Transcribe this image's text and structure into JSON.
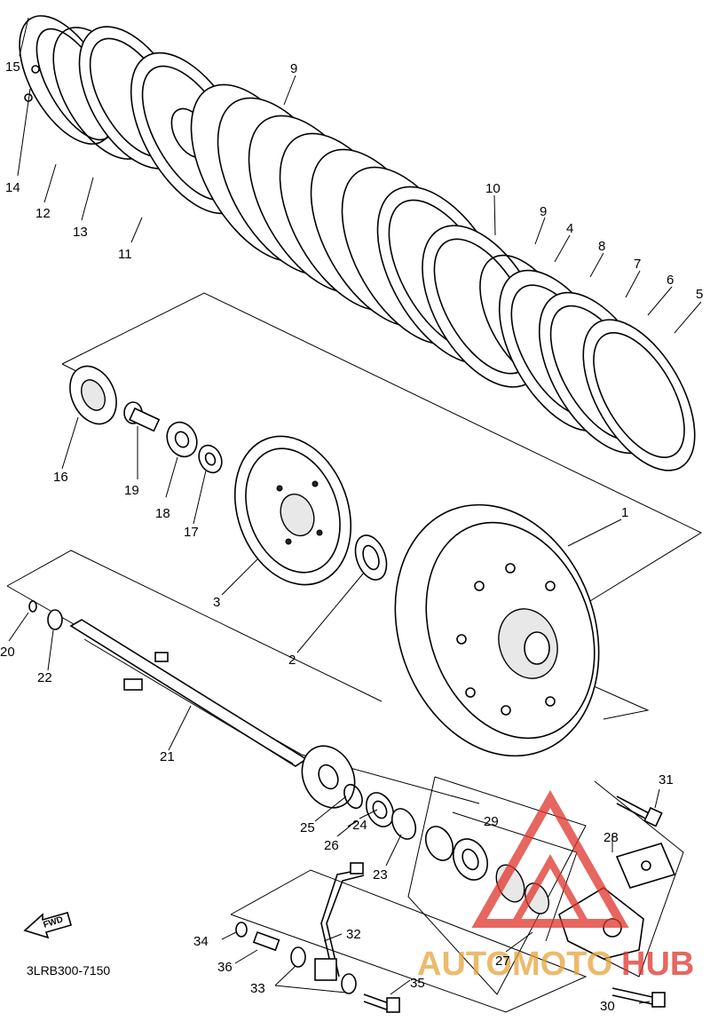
{
  "diagram": {
    "code": "3LRB300-7150",
    "direction_label": "FWD",
    "watermark": {
      "part1": "AUTOMOTO",
      "part2": "HUB",
      "color_gold": "#e8a33a",
      "color_red": "#e0342b"
    },
    "callouts": [
      "1",
      "2",
      "3",
      "4",
      "5",
      "6",
      "7",
      "8",
      "9",
      "10",
      "11",
      "12",
      "13",
      "14",
      "15",
      "16",
      "17",
      "18",
      "19",
      "20",
      "21",
      "22",
      "23",
      "24",
      "25",
      "26",
      "27",
      "28",
      "29",
      "30",
      "31",
      "32",
      "33",
      "34",
      "35",
      "36"
    ]
  }
}
